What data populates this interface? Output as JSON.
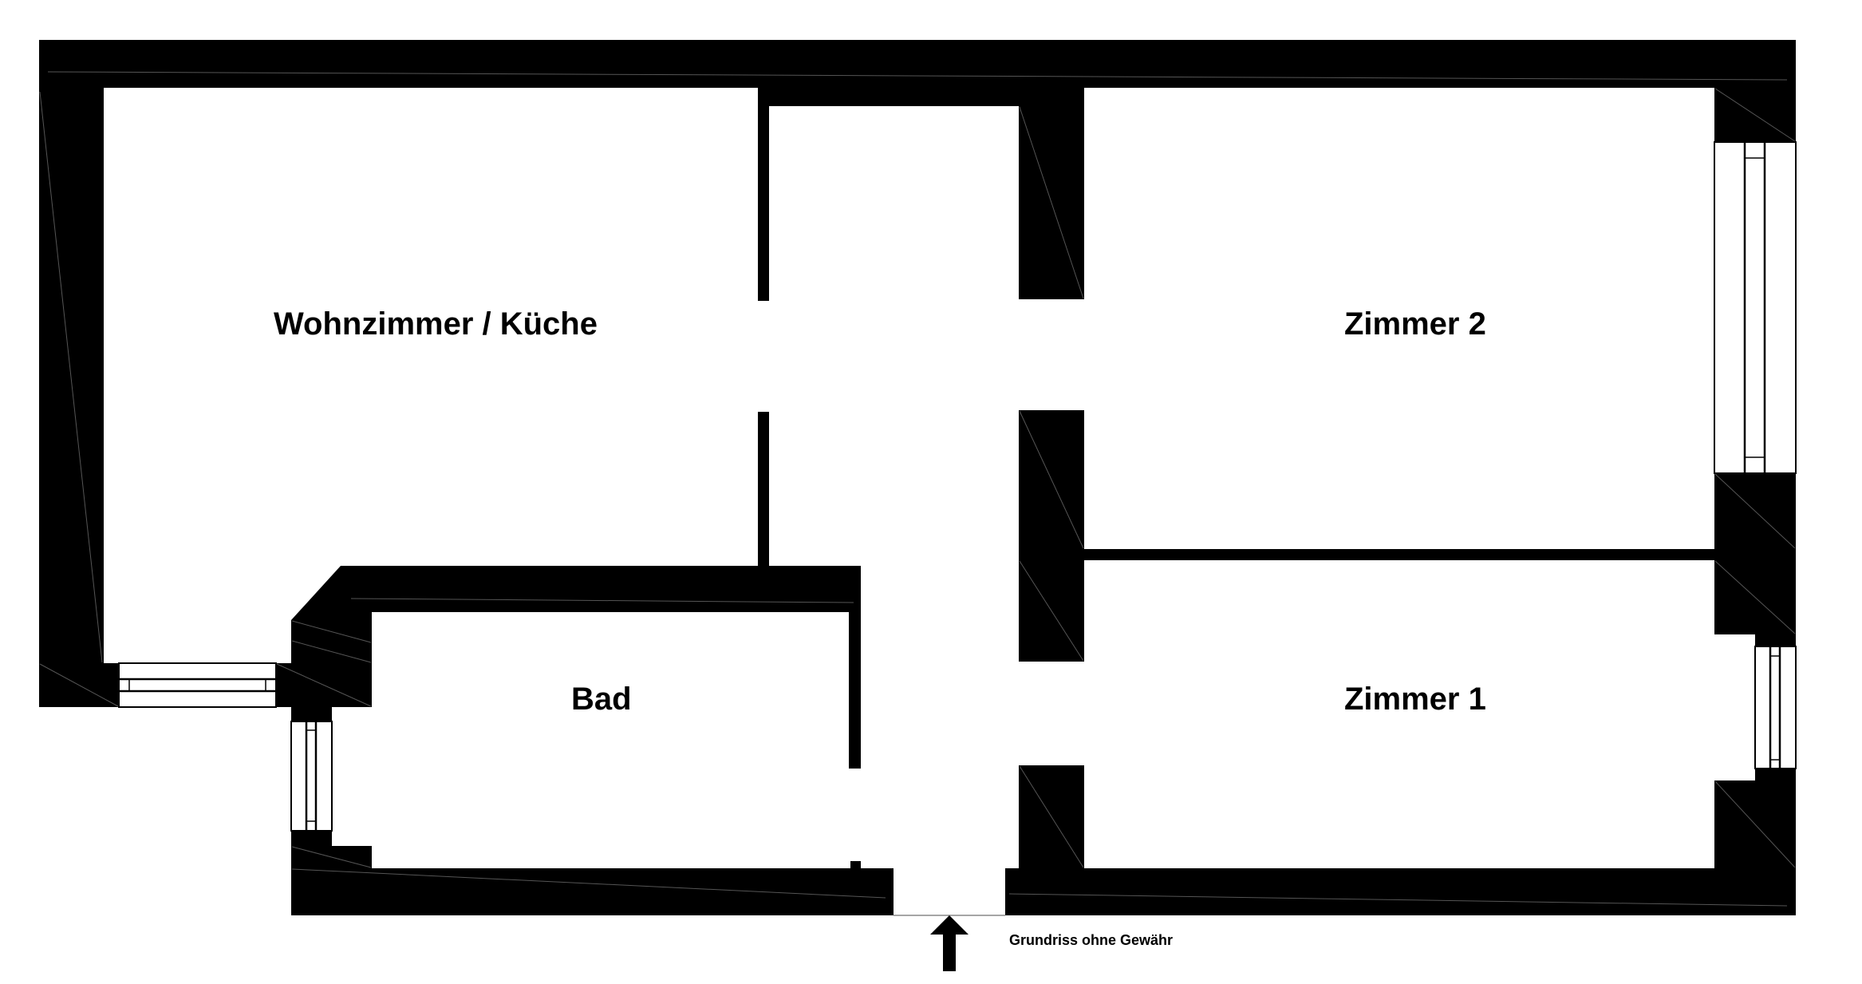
{
  "plan": {
    "type": "floor-plan",
    "background": "#ffffff",
    "wall_color": "#000000",
    "rooms": [
      {
        "id": "wohnzimmer",
        "label": "Wohnzimmer / Küche"
      },
      {
        "id": "zimmer2",
        "label": "Zimmer 2"
      },
      {
        "id": "bad",
        "label": "Bad"
      },
      {
        "id": "zimmer1",
        "label": "Zimmer 1"
      }
    ],
    "entrance_icon": "up-arrow-icon",
    "disclaimer": "Grundriss ohne Gewähr"
  }
}
